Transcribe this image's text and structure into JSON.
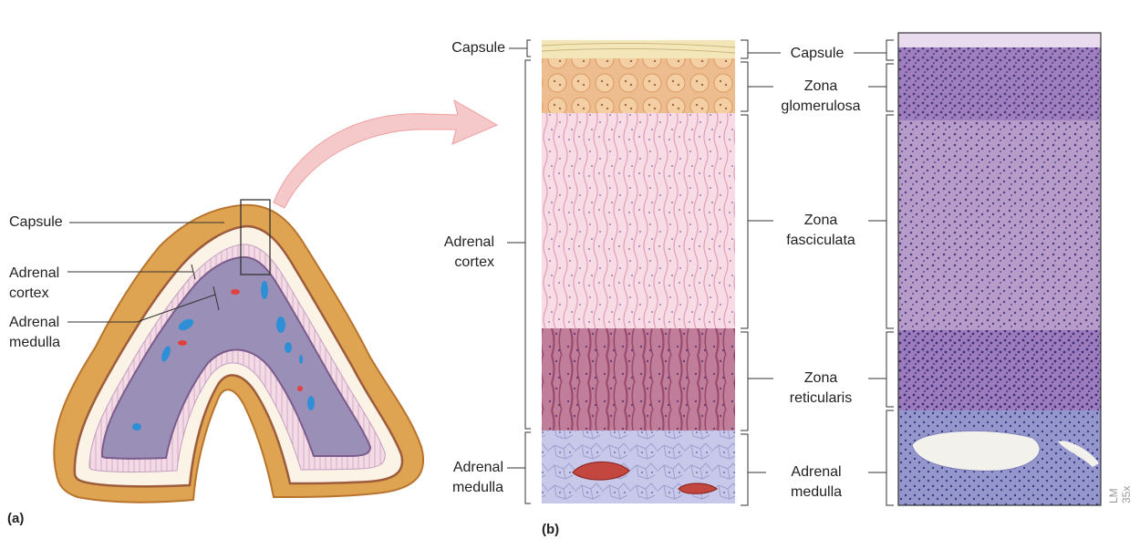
{
  "panel_a": {
    "letter": "(a)",
    "labels": {
      "capsule": "Capsule",
      "adrenal_cortex": [
        "Adrenal",
        "cortex"
      ],
      "adrenal_medulla": [
        "Adrenal",
        "medulla"
      ]
    }
  },
  "panel_b": {
    "letter": "(b)",
    "left_labels": {
      "capsule": "Capsule",
      "adrenal_cortex": [
        "Adrenal",
        "cortex"
      ],
      "adrenal_medulla": [
        "Adrenal",
        "medulla"
      ]
    },
    "right_labels": {
      "capsule": "Capsule",
      "zona_glomerulosa": [
        "Zona",
        "glomerulosa"
      ],
      "zona_fasciculata": [
        "Zona",
        "fasciculata"
      ],
      "zona_reticularis": [
        "Zona",
        "reticularis"
      ],
      "adrenal_medulla": [
        "Adrenal",
        "medulla"
      ]
    },
    "micrograph_caption": "LM 35x"
  },
  "colors": {
    "capsule": "#f3e6b8",
    "glomerulosa": "#e8b88a",
    "fasciculata": "#f6d6e0",
    "reticularis": "#b8708e",
    "medulla": "#c9c6e6",
    "outer_fat": "#e0a857",
    "arrow": "#f6c4c4",
    "micrograph_cortex": "#a98bc3",
    "micrograph_medulla": "#8e8fc8"
  }
}
